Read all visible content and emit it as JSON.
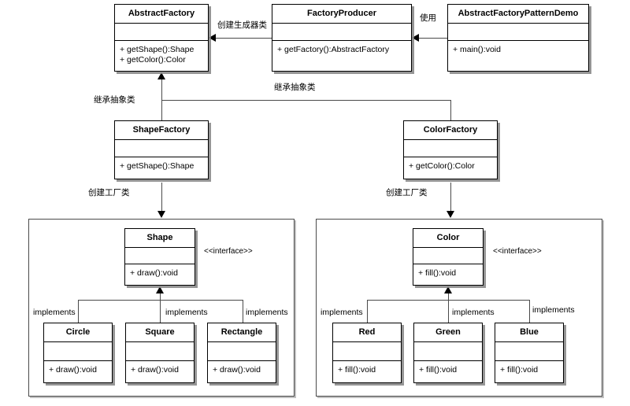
{
  "diagram": {
    "title": "Abstract Factory Pattern UML Class Diagram",
    "background": "#ffffff",
    "line_color": "#4a4a4a",
    "box_border_color": "#000000"
  },
  "classes": {
    "abstract_factory": {
      "name": "AbstractFactory",
      "operations": [
        "+ getShape():Shape",
        "+ getColor():Color"
      ]
    },
    "factory_producer": {
      "name": "FactoryProducer",
      "operations": [
        "+ getFactory():AbstractFactory"
      ]
    },
    "demo": {
      "name": "AbstractFactoryPatternDemo",
      "operations": [
        "+ main():void"
      ]
    },
    "shape_factory": {
      "name": "ShapeFactory",
      "operations": [
        "+ getShape():Shape"
      ]
    },
    "color_factory": {
      "name": "ColorFactory",
      "operations": [
        "+ getColor():Color"
      ]
    },
    "shape": {
      "name": "Shape",
      "operations": [
        "+ draw():void"
      ],
      "stereotype": "<<interface>>"
    },
    "color": {
      "name": "Color",
      "operations": [
        "+ fill():void"
      ],
      "stereotype": "<<interface>>"
    },
    "circle": {
      "name": "Circle",
      "operations": [
        "+ draw():void"
      ]
    },
    "square": {
      "name": "Square",
      "operations": [
        "+ draw():void"
      ]
    },
    "rectangle": {
      "name": "Rectangle",
      "operations": [
        "+ draw():void"
      ]
    },
    "red": {
      "name": "Red",
      "operations": [
        "+ fill():void"
      ]
    },
    "green": {
      "name": "Green",
      "operations": [
        "+ fill():void"
      ]
    },
    "blue": {
      "name": "Blue",
      "operations": [
        "+ fill():void"
      ]
    }
  },
  "edge_labels": {
    "create_builder": "创建生成器类",
    "uses": "使用",
    "inherit_abstract_left": "继承抽象类",
    "inherit_abstract_right": "继承抽象类",
    "create_factory_left": "创建工厂类",
    "create_factory_right": "创建工厂类",
    "implements_shape_1": "implements",
    "implements_shape_2": "implements",
    "implements_shape_3": "implements",
    "implements_color_1": "implements",
    "implements_color_2": "implements",
    "implements_color_3": "implements"
  }
}
